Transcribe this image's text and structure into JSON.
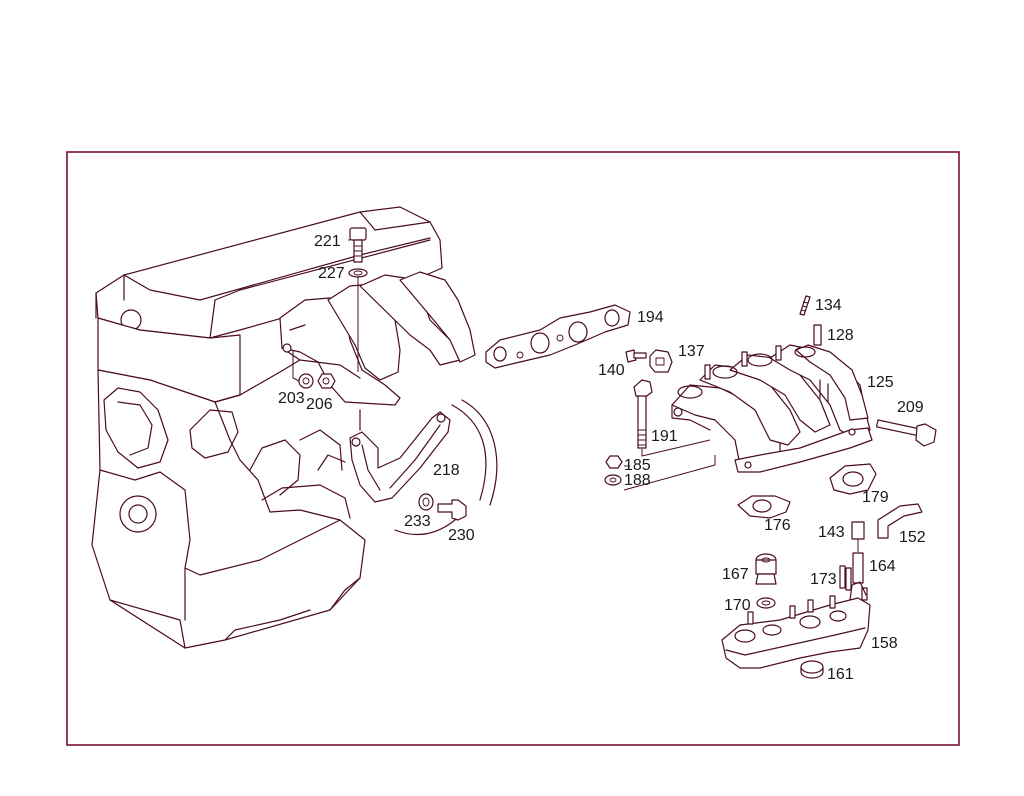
{
  "colors": {
    "line": "#4a0d1a",
    "border": "#7a1030",
    "label": "#1a1a1a",
    "background": "#ffffff"
  },
  "parts": {
    "p221": "221",
    "p227": "227",
    "p194": "194",
    "p134": "134",
    "p128": "128",
    "p137": "137",
    "p140": "140",
    "p125": "125",
    "p203": "203",
    "p206": "206",
    "p209": "209",
    "p191": "191",
    "p185": "185",
    "p188": "188",
    "p218": "218",
    "p179": "179",
    "p233": "233",
    "p230": "230",
    "p176": "176",
    "p143": "143",
    "p152": "152",
    "p164": "164",
    "p167": "167",
    "p173": "173",
    "p170": "170",
    "p158": "158",
    "p161": "161"
  }
}
